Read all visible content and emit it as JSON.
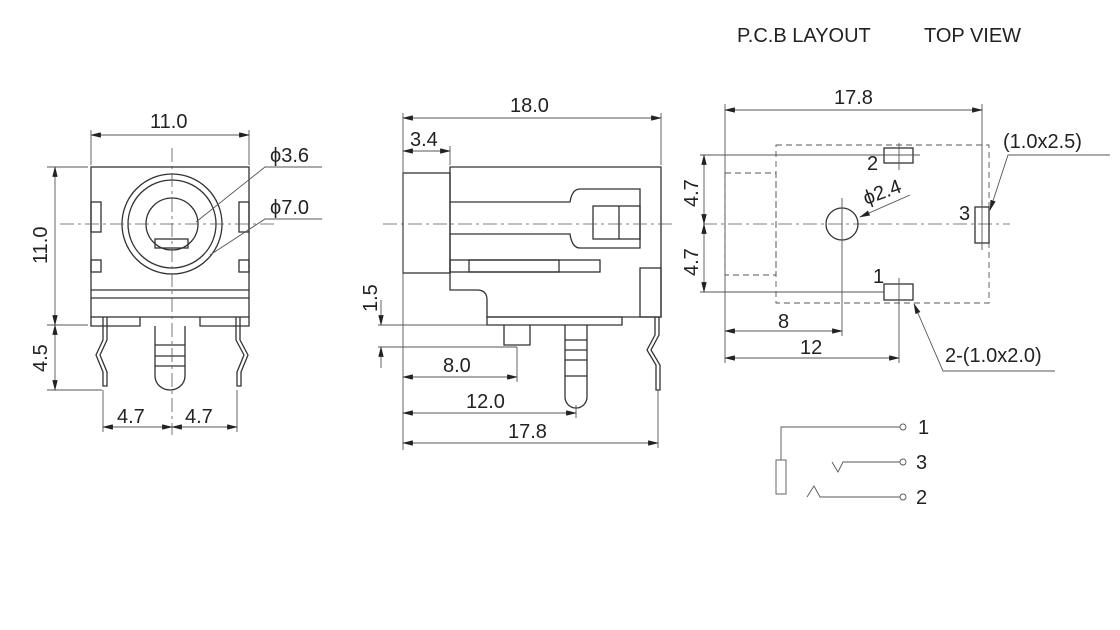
{
  "header": {
    "pcb_layout": "P.C.B LAYOUT",
    "top_view": "TOP VIEW"
  },
  "front_view": {
    "width": "11.0",
    "height": "11.0",
    "pin_length": "4.5",
    "pitch_left": "4.7",
    "pitch_right": "4.7",
    "inner_diameter": "ϕ3.6",
    "outer_diameter": "ϕ7.0"
  },
  "side_view": {
    "overall_length": "18.0",
    "front_depth": "3.4",
    "standoff": "1.5",
    "pin1_distance": "8.0",
    "pin2_distance": "12.0",
    "pin3_distance": "17.8"
  },
  "pcb_layout": {
    "overall_length": "17.8",
    "upper_offset": "4.7",
    "lower_offset": "4.7",
    "hole_diameter": "ϕ2.4",
    "hole_distance": "8",
    "pad_distance": "12",
    "pad3_size": "(1.0x2.5)",
    "pad12_size": "2-(1.0x2.0)",
    "pad_labels": [
      "2",
      "3",
      "1"
    ]
  },
  "schematic": {
    "terminals": [
      "1",
      "3",
      "2"
    ]
  }
}
